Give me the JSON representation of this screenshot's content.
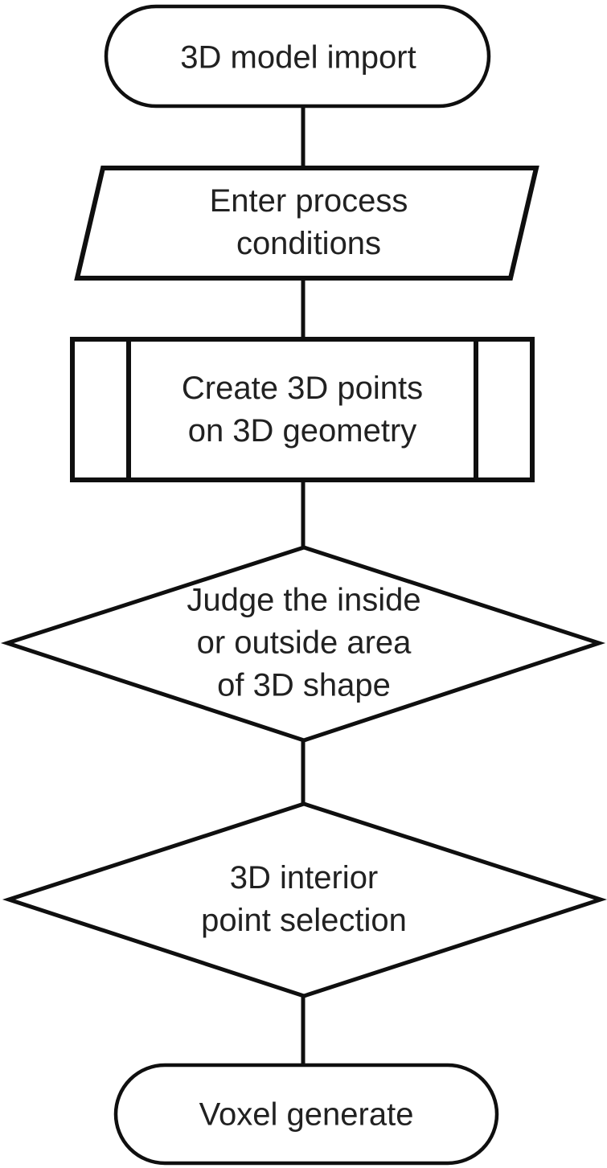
{
  "diagram": {
    "background": "#ffffff",
    "stroke_color": "#0f0f0f",
    "text_color": "#212121",
    "nodes": [
      {
        "id": "start",
        "type": "terminator",
        "shape": "stadium",
        "label": "3D model import"
      },
      {
        "id": "enter-conditions",
        "type": "input-output",
        "shape": "parallelogram",
        "label": "Enter process\nconditions"
      },
      {
        "id": "create-points",
        "type": "predefined-process",
        "shape": "framed-rectangle",
        "label": "Create 3D points\non 3D geometry"
      },
      {
        "id": "judge-area",
        "type": "decision",
        "shape": "diamond",
        "label": "Judge the inside\nor outside area\nof 3D shape"
      },
      {
        "id": "interior-selection",
        "type": "decision",
        "shape": "diamond",
        "label": "3D interior\npoint selection"
      },
      {
        "id": "end",
        "type": "terminator",
        "shape": "stadium",
        "label": "Voxel generate"
      }
    ],
    "edges": [
      {
        "from": "start",
        "to": "enter-conditions"
      },
      {
        "from": "enter-conditions",
        "to": "create-points"
      },
      {
        "from": "create-points",
        "to": "judge-area"
      },
      {
        "from": "judge-area",
        "to": "interior-selection"
      },
      {
        "from": "interior-selection",
        "to": "end"
      }
    ]
  }
}
